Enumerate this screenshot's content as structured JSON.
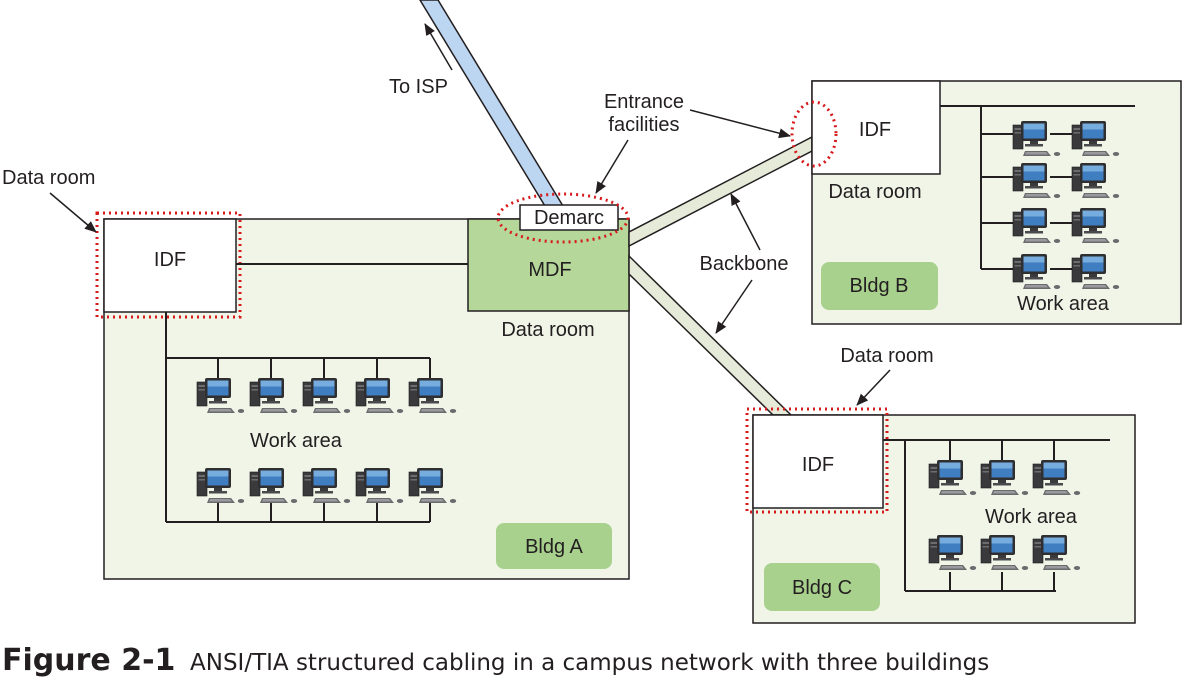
{
  "labels": {
    "to_isp": "To ISP",
    "entrance_facilities_line1": "Entrance",
    "entrance_facilities_line2": "facilities",
    "backbone": "Backbone",
    "demarc": "Demarc",
    "mdf": "MDF",
    "data_room": "Data room",
    "idf": "IDF",
    "work_area": "Work area"
  },
  "buildings": {
    "a": {
      "name": "Bldg A",
      "idf": "IDF",
      "mdf": "MDF",
      "data_room_idf": "Data room",
      "data_room_mdf": "Data room",
      "work_area": "Work area"
    },
    "b": {
      "name": "Bldg B",
      "idf": "IDF",
      "data_room": "Data room",
      "work_area": "Work area"
    },
    "c": {
      "name": "Bldg C",
      "idf": "IDF",
      "data_room": "Data room",
      "work_area": "Work area"
    }
  },
  "caption": {
    "number": "Figure 2-1",
    "title": "ANSI/TIA structured cabling in a campus network with three buildings"
  },
  "colors": {
    "building_fill": "#f0f5e8",
    "building_label_fill": "#a9d18e",
    "mdf_fill": "#b5d89a",
    "isp_cable": "#bcd5f0",
    "backbone_cable": "#e6ebd9",
    "highlight_dotted": "#d7191c",
    "line": "#231f20"
  },
  "icons": {
    "workstation": "desktop-computer-icon"
  }
}
